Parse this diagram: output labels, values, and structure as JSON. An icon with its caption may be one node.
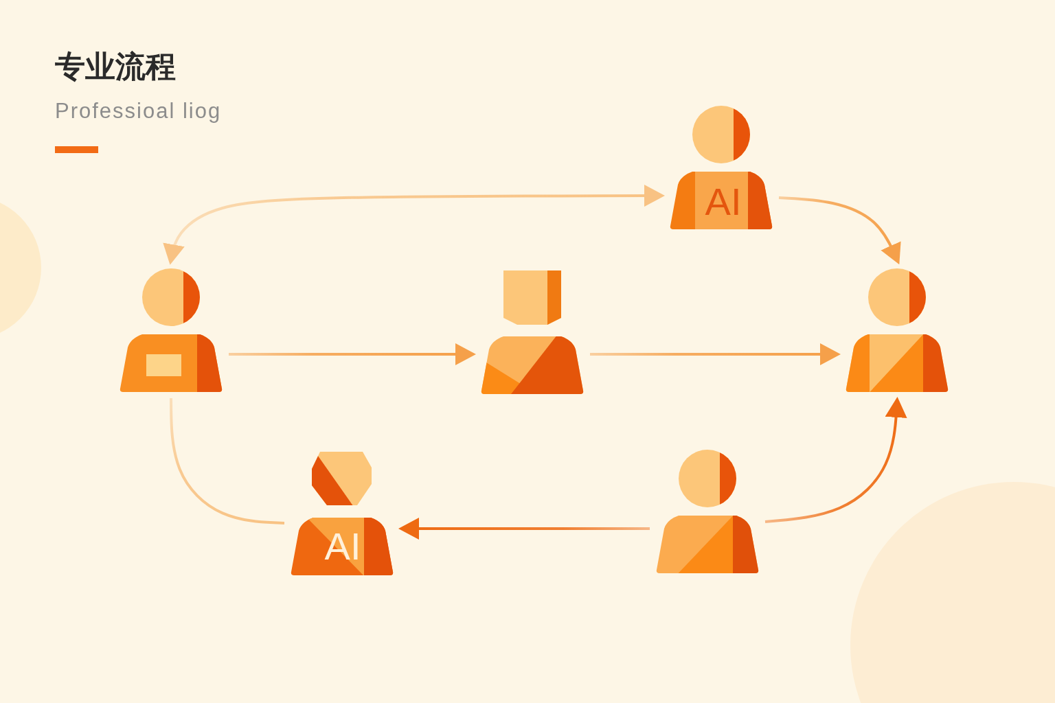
{
  "diagram": {
    "title": "专业流程",
    "nodes": [
      {
        "text": [
          "AI"
        ]
      },
      {
        "text": [],
        "shape": "person"
      },
      {
        "text": [],
        "shape": "person"
      },
      {
        "text": [],
        "shape": "person"
      },
      {
        "text": [
          "AI"
        ]
      },
      {
        "text": [],
        "shape": "person"
      }
    ],
    "edges": [
      {
        "from": 1,
        "to": 0,
        "arrow": "both",
        "color": "#f8c283"
      },
      {
        "from": 0,
        "to": 3,
        "arrow": "to"
      },
      {
        "from": 1,
        "to": 2,
        "arrow": "to"
      },
      {
        "from": 2,
        "to": 3,
        "arrow": "to"
      },
      {
        "from": 1,
        "to": 4,
        "arrow": "none",
        "color": "#f8c283"
      },
      {
        "from": 5,
        "to": 4,
        "arrow": "to",
        "color": "#ee6a12"
      },
      {
        "from": 5,
        "to": 3,
        "arrow": "to",
        "color": "#ee6a12"
      }
    ],
    "labels": [
      "Professioal liog"
    ]
  }
}
